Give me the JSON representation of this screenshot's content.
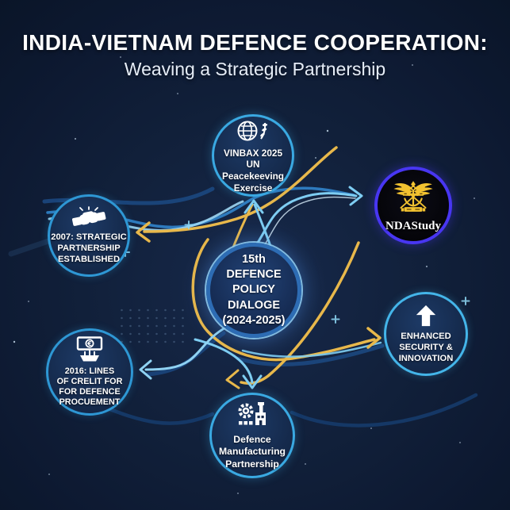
{
  "header": {
    "title": "INDIA-VIETNAM DEFENCE COOPERATION:",
    "subtitle": "Weaving a Strategic Partnership"
  },
  "nodes": {
    "vinbax": {
      "icon": "un-globe-laurel",
      "lines": [
        "VINBAX 2025",
        "UN Peacekeeving",
        "Exercise"
      ]
    },
    "ndastudy": {
      "icon": "tri-services-emblem",
      "label": "NDAStudy"
    },
    "strategic_2007": {
      "icon": "handshake",
      "lines": [
        "2007: STRATEGIC",
        "PARTNERSHIP",
        "ESTABLISHED"
      ]
    },
    "policy_dialogue": {
      "lines": [
        "15th",
        "DEFENCE",
        "POLICY DIALOGE",
        "(2024-2025)"
      ]
    },
    "enhanced_security": {
      "icon": "arrow-up",
      "lines": [
        "ENHANCED",
        "SECURITY &",
        "INNOVATION"
      ]
    },
    "credit_2016": {
      "icon": "banknote-ship",
      "lines": [
        "2016: LINES",
        "OF CRELIT FOR",
        "FOR DEFENCE",
        "PROCUEMENT"
      ]
    },
    "manufacturing": {
      "icon": "gear-factory",
      "lines": [
        "Defence",
        "Manufacturing",
        "Partnership"
      ]
    }
  },
  "icons": {
    "currency_symbol": "€"
  },
  "colors": {
    "background": "#101f38",
    "gold": "#e8b84b",
    "cyan": "#7ecdf2",
    "blue": "#2f7fc4",
    "dark_blue": "#1c4a84",
    "node_ring": "#2e97d4",
    "ndastudy_ring": "#4836f2",
    "emblem_gold": "#f2c230"
  }
}
